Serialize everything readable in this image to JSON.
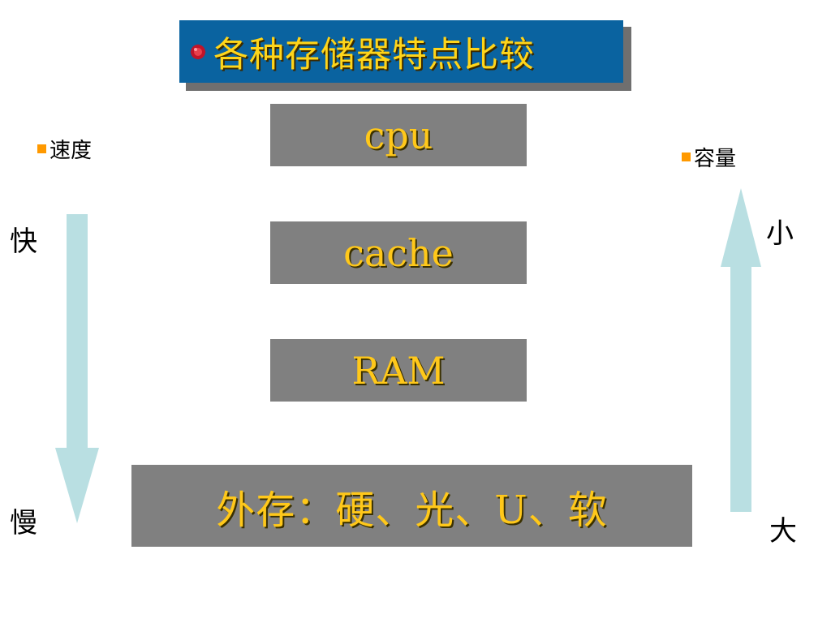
{
  "title": {
    "text": "各种存储器特点比较",
    "bullet_icon": "red-bullet-icon"
  },
  "hierarchy": [
    {
      "key": "cpu",
      "label": "cpu"
    },
    {
      "key": "cache",
      "label": "cache"
    },
    {
      "key": "ram",
      "label": "RAM"
    },
    {
      "key": "external",
      "label": "外存：硬、光、U、软"
    }
  ],
  "speed_axis": {
    "label": "速度",
    "top": "快",
    "bottom": "慢",
    "direction": "down"
  },
  "capacity_axis": {
    "label": "容量",
    "top": "小",
    "bottom": "大",
    "direction": "up"
  },
  "colors": {
    "title_bg": "#0a63a0",
    "title_text": "#ffd51a",
    "block_bg": "#808080",
    "block_text": "#ffc81a",
    "arrow": "#b9dfe2",
    "legend_marker": "#ff9900"
  }
}
